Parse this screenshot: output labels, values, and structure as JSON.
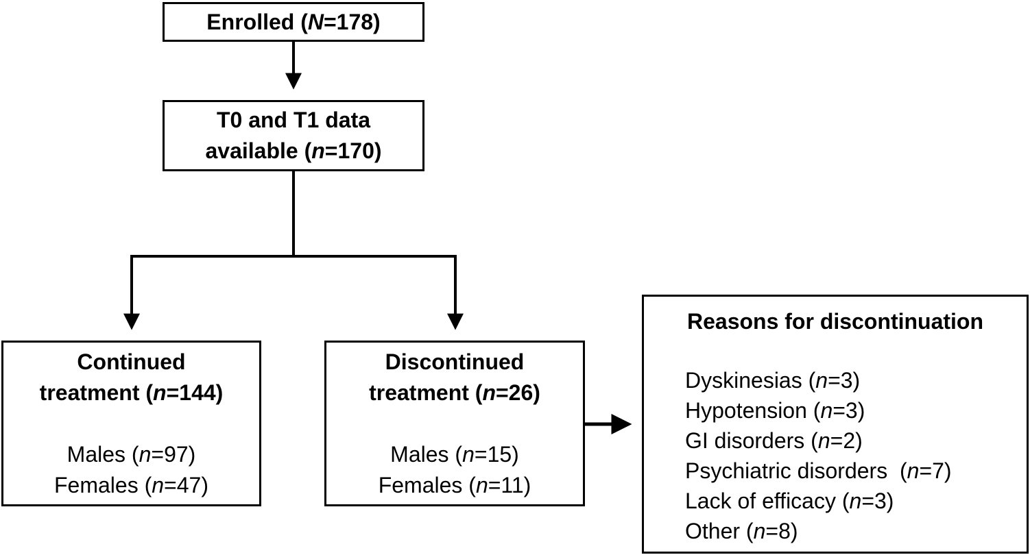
{
  "diagram": {
    "colors": {
      "line": "#000000",
      "box_border": "#000000",
      "background": "#ffffff",
      "text": "#000000"
    },
    "enrolled": {
      "pre": "Enrolled (",
      "var": "N",
      "post": "=178)"
    },
    "available": {
      "line1": "T0 and T1 data",
      "line2": {
        "pre": "available (",
        "var": "n",
        "post": "=170)"
      }
    },
    "continued": {
      "title_line1": "Continued",
      "title_line2": {
        "pre": "treatment (",
        "var": "n",
        "post": "=144)"
      },
      "males": {
        "pre": "Males (",
        "var": "n",
        "post": "=97)"
      },
      "females": {
        "pre": "Females (",
        "var": "n",
        "post": "=47)"
      }
    },
    "discontinued": {
      "title_line1": "Discontinued",
      "title_line2": {
        "pre": "treatment (",
        "var": "n",
        "post": "=26)"
      },
      "males": {
        "pre": "Males (",
        "var": "n",
        "post": "=15)"
      },
      "females": {
        "pre": "Females (",
        "var": "n",
        "post": "=11)"
      }
    },
    "reasons": {
      "title": "Reasons for discontinuation",
      "items": [
        {
          "pre": "Dyskinesias (",
          "var": "n",
          "post": "=3)"
        },
        {
          "pre": "Hypotension (",
          "var": "n",
          "post": "=3)"
        },
        {
          "pre": "GI disorders (",
          "var": "n",
          "post": "=2)"
        },
        {
          "pre": "Psychiatric disorders  (",
          "var": "n",
          "post": "=7)"
        },
        {
          "pre": "Lack of efficacy (",
          "var": "n",
          "post": "=3)"
        },
        {
          "pre": "Other (",
          "var": "n",
          "post": "=8)"
        }
      ]
    }
  }
}
